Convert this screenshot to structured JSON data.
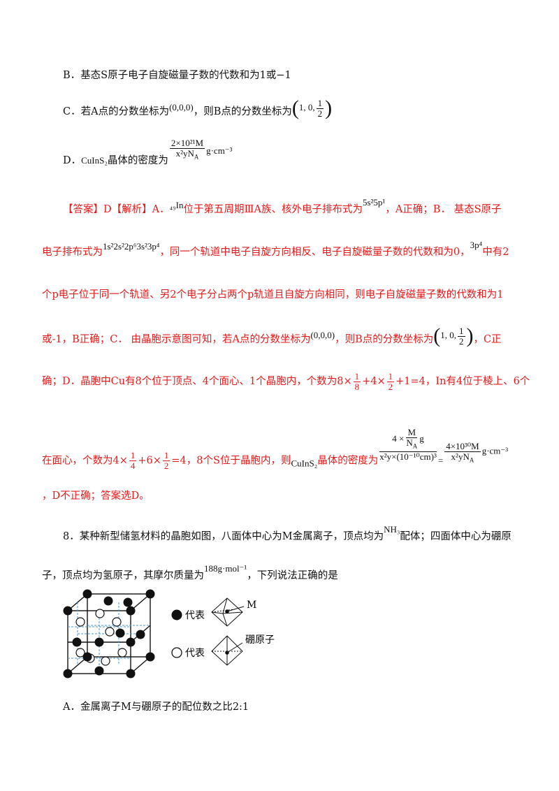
{
  "option_b": "B．基态S原子电子自旋磁量子数的代数和为1或−1",
  "option_c": {
    "prefix": "C．若A点的分数坐标为",
    "coord_a": "(0,0,0)",
    "middle": "，则B点的分数坐标为",
    "coord_b_pre": "1, 0,",
    "half_num": "1",
    "half_den": "2"
  },
  "option_d": {
    "prefix": "D．",
    "formula": "CuInS₂",
    "mid": "晶体的密度为",
    "num": "2×10²¹M",
    "den": "x²yN",
    "unit": "g·cm⁻³"
  },
  "answer": {
    "line1_tag": "【答案】D【解析】A．",
    "line1_in": "₄₉In",
    "line1_a": "位于第五周期ⅢA族、核外电子排布式为",
    "line1_config": "5s²5p¹",
    "line1_b": "，A正确；B．  基态S原子",
    "line2_a": "电子排布式为",
    "line2_config": "1s²2s²2p⁶3s²3p⁴",
    "line2_b": "，同一个轨道中电子自旋方向相反、电子自旋磁量子数的代数和为0，",
    "line2_p4": "3p⁴",
    "line2_c": "中有2",
    "line3": "个p电子位于同一个轨道、另2个电子分占两个p轨道且自旋方向相同，则电子自旋磁量子数的代数和为1",
    "line4_a": "或-1，B正确；C．  由晶胞示意图可知，若A点的分数坐标为",
    "line4_coord": "(0,0,0)",
    "line4_b": "，则B点的分数坐标为",
    "line4_c": "，C正",
    "line5_a": "确；D．晶胞中Cu有8个位于顶点、4个面心、1个晶胞内，个数为8×",
    "line5_b": "+4×",
    "line5_c": "+1=4，In有4位于棱上、6个",
    "line6_a": "在面心，个数为4×",
    "line6_b": "+6×",
    "line6_c": "=4，8个S位于晶胞内，则",
    "line6_formula": "CuInS₂",
    "line6_d": "晶体的密度为",
    "line6_top": "4 ×",
    "line6_M": "M",
    "line6_NA": "N",
    "line6_g": "g",
    "line6_bottom": "x²y×(10⁻¹⁰cm)³",
    "line6_eq": "=",
    "line6_r_num": "4×10³⁰M",
    "line6_r_den": "x²yN",
    "line6_unit": "g·cm⁻³",
    "line7": "，D不正确；答案选D。",
    "frac_1": "1",
    "frac_8": "8",
    "frac_2": "2",
    "frac_4": "4",
    "sub_A": "A"
  },
  "q8": {
    "line1_a": "8．某种新型储氢材料的晶胞如图，八面体中心为M金属离子，顶点均为",
    "line1_nh3": "NH₃",
    "line1_b": "配体；四面体中心为硼原",
    "line2_a": "子，顶点均为氢原子，其摩尔质量为",
    "line2_mass": "188g·mol⁻¹",
    "line2_b": "，下列说法正确的是"
  },
  "figure": {
    "legend_filled": "代表",
    "legend_open": "代表",
    "label_M": "M",
    "label_B": "硼原子"
  },
  "option_a": "A．金属离子M与硼原子的配位数之比2:1"
}
